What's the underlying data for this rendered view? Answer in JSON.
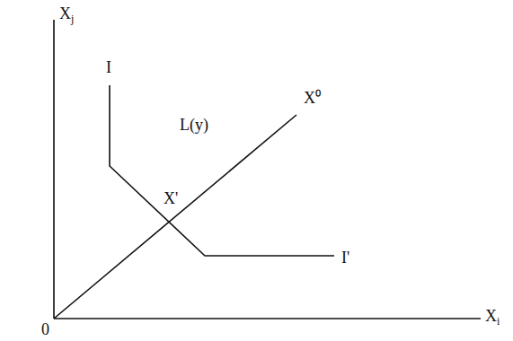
{
  "diagram": {
    "labels": [
      "Xj",
      "I",
      "L(y)",
      "X⁰",
      "X'",
      "I'",
      "0",
      "Xi"
    ]
  }
}
